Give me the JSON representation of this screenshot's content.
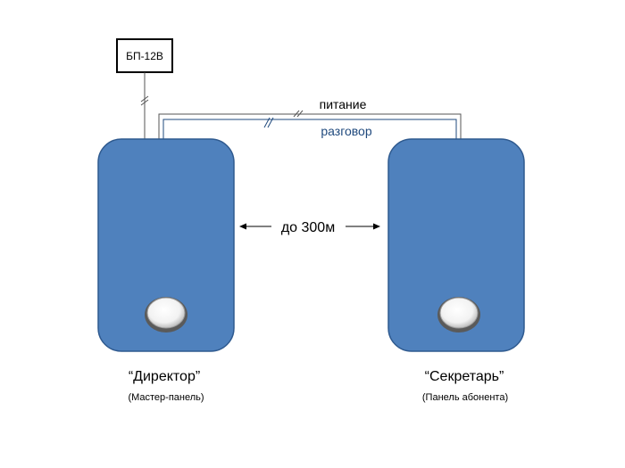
{
  "power_supply": {
    "label": "БП-12В"
  },
  "lines": {
    "power_label": "питание",
    "talk_label": "разговор",
    "distance_label": "до 300м"
  },
  "panels": [
    {
      "name": "“Директор”",
      "subtitle": "(Мастер-панель)"
    },
    {
      "name": "“Секретарь”",
      "subtitle": "(Панель абонента)"
    }
  ],
  "colors": {
    "panel_fill": "#4f81bd",
    "panel_stroke": "#2f5a8f",
    "power_line": "#555555",
    "talk_line": "#1f497d",
    "talk_text": "#1f497d",
    "text": "#000000"
  }
}
